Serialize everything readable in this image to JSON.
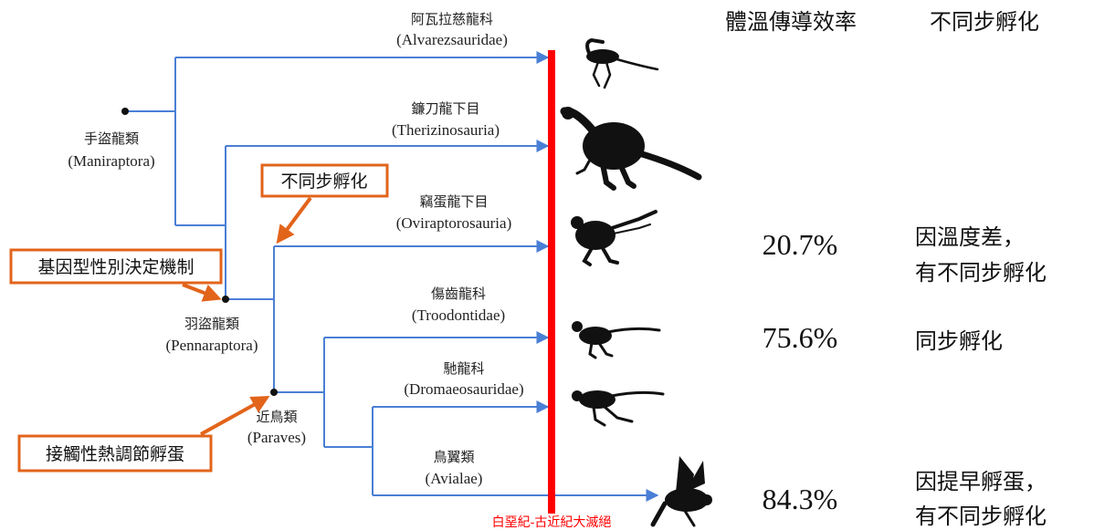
{
  "colors": {
    "branch": "#4a7fd6",
    "extinction": "#ff0000",
    "callout": "#e2641b",
    "silhouette": "#111111"
  },
  "headers": {
    "conduction": "體溫傳導效率",
    "async": "不同步孵化"
  },
  "taxa": {
    "alvarez": {
      "cn": "阿瓦拉慈龍科",
      "lat": "(Alvarezsauridae)",
      "icon": "alvarezsaur-silhouette-icon"
    },
    "theriz": {
      "cn": "鐮刀龍下目",
      "lat": "(Therizinosauria)",
      "icon": "therizinosaur-silhouette-icon"
    },
    "ovi": {
      "cn": "竊蛋龍下目",
      "lat": "(Oviraptorosauria)",
      "icon": "oviraptor-silhouette-icon"
    },
    "troodon": {
      "cn": "傷齒龍科",
      "lat": "(Troodontidae)",
      "icon": "troodon-silhouette-icon"
    },
    "dromaeo": {
      "cn": "馳龍科",
      "lat": "(Dromaeosauridae)",
      "icon": "dromaeosaur-silhouette-icon"
    },
    "avialae": {
      "cn": "鳥翼類",
      "lat": "(Avialae)",
      "icon": "bird-silhouette-icon"
    }
  },
  "clades": {
    "maniraptora": {
      "cn": "手盜龍類",
      "lat": "(Maniraptora)"
    },
    "pennaraptora": {
      "cn": "羽盜龍類",
      "lat": "(Pennaraptora)"
    },
    "paraves": {
      "cn": "近鳥類",
      "lat": "(Paraves)"
    }
  },
  "efficiency": {
    "ovi": "20.7%",
    "troodon": "75.6%",
    "avialae": "84.3%"
  },
  "notes": {
    "ovi_line1": "因溫度差，",
    "ovi_line2": "有不同步孵化",
    "troodon": "同步孵化",
    "avialae_line1": "因提早孵蛋，",
    "avialae_line2": "有不同步孵化"
  },
  "callouts": {
    "async": "不同步孵化",
    "genotypic": "基因型性別決定機制",
    "contact": "接觸性熱調節孵蛋"
  },
  "extinction_label": "白堊紀-古近紀大滅絕"
}
